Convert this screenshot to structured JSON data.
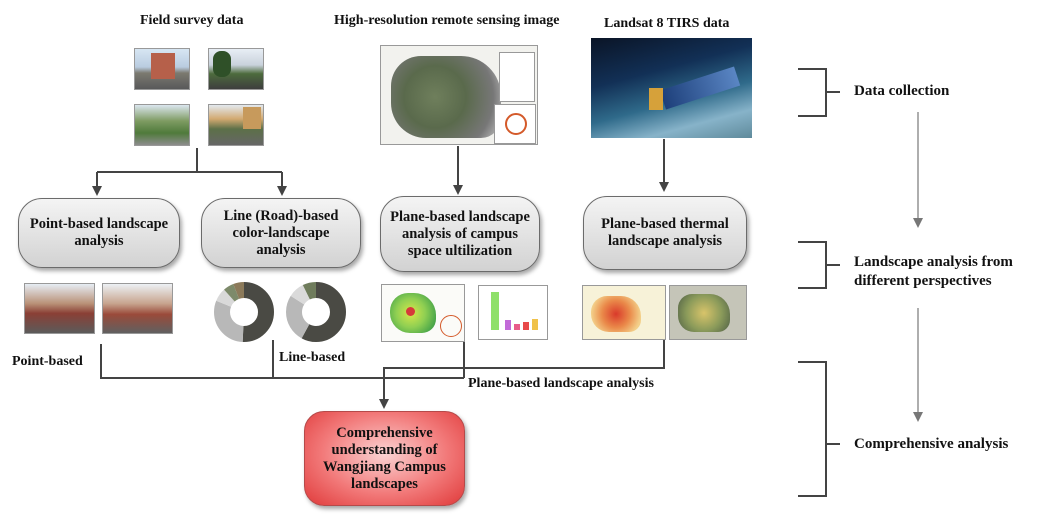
{
  "headers": {
    "field": "Field survey data",
    "remote": "High-resolution remote sensing image",
    "landsat": "Landsat 8 TIRS data"
  },
  "boxes": {
    "point": "Point-based landscape analysis",
    "line": "Line (Road)-based color-landscape analysis",
    "plane_util": "Plane-based landscape analysis of campus space ultilization",
    "plane_thermal": "Plane-based  thermal landscape analysis",
    "comprehensive": "Comprehensive understanding of Wangjiang Campus landscapes"
  },
  "labels": {
    "point_based": "Point-based",
    "line_based": "Line-based",
    "plane_based": "Plane-based  landscape analysis"
  },
  "stages": {
    "collection": "Data collection",
    "analysis": "Landscape analysis from different perspectives",
    "comprehensive": "Comprehensive analysis"
  },
  "colors": {
    "arrow": "#444444",
    "box_fill": "#dcdcdc",
    "highlight": "#e84a4a"
  }
}
